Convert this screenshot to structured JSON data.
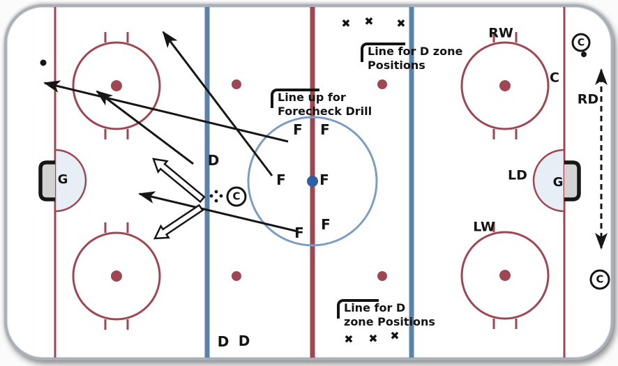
{
  "colors": {
    "maroon": "#9e4752",
    "blue_line": "#5b82aa",
    "center_circle": "#7b9dc2",
    "center_dot": "#2d5fa6",
    "crease_fill": "#e8eef5",
    "ink": "#161616",
    "goal_fill": "#d2d2d2",
    "board_border": "#aab0b7"
  },
  "labels": {
    "forward": "F",
    "defense": "D",
    "goalie": "G",
    "center": "C",
    "right_wing": "RW",
    "left_wing": "LW",
    "left_defense": "LD",
    "right_defense": "RD",
    "coach": "C",
    "x_mark": "✖"
  },
  "annotations": {
    "forecheck_lineup": {
      "line1": "Line up for",
      "line2": "Forecheck Drill"
    },
    "dzone_top": {
      "line1": "Line for D zone",
      "line2": "Positions"
    },
    "dzone_bottom": {
      "line1": "Line for D",
      "line2": "zone Positions"
    }
  }
}
